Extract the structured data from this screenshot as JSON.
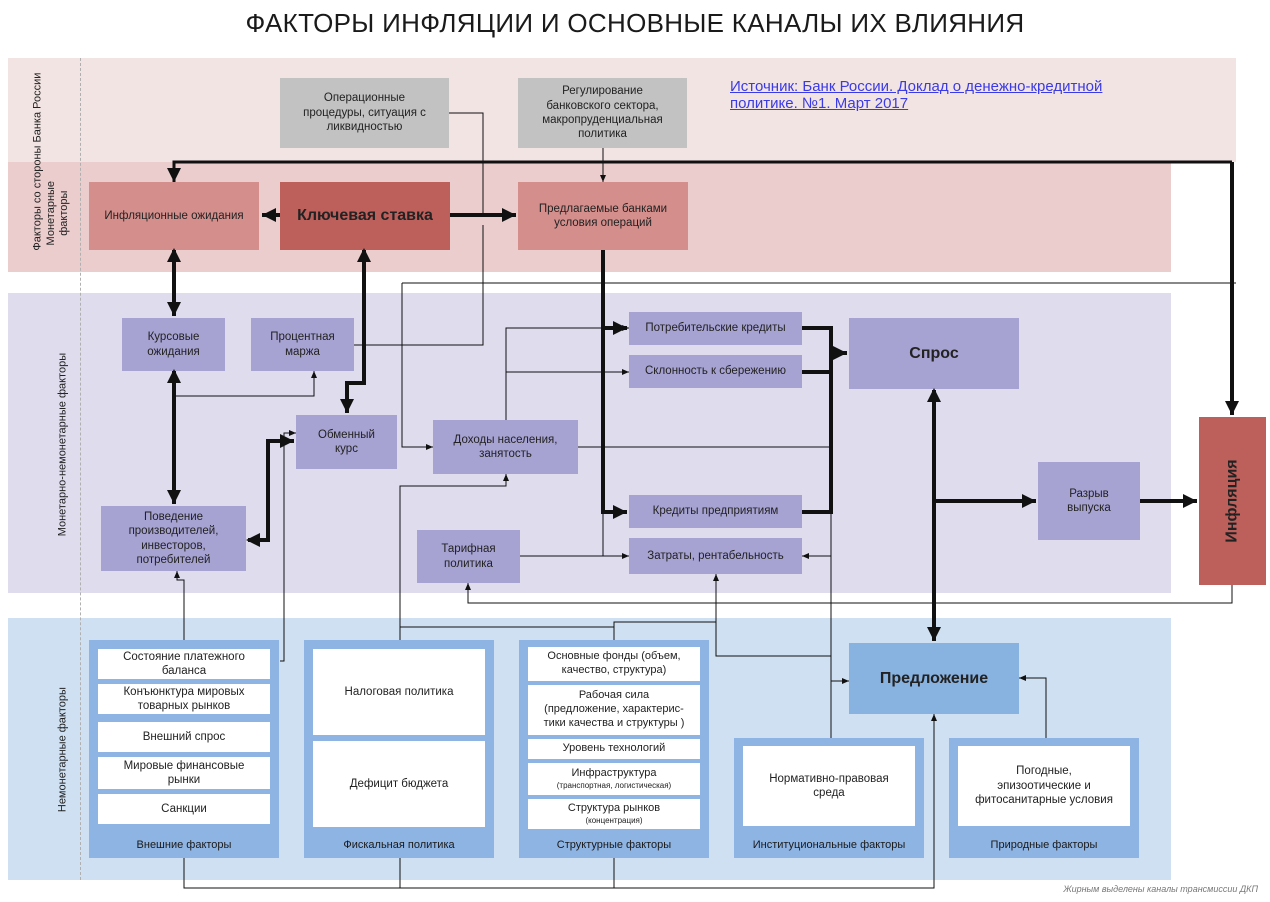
{
  "title": "ФАКТОРЫ ИНФЛЯЦИИ И ОСНОВНЫЕ КАНАЛЫ ИХ ВЛИЯНИЯ",
  "source": "Источник: Банк России. Доклад о денежно-кредитной\nполитике. №1. Март 2017",
  "note": "Жирным выделены каналы трансмиссии ДКП",
  "bands": {
    "bank_russia": "Факторы со стороны Банка России",
    "monetary": "Монетарные\nфакторы",
    "mixed": "Монетарно-немонетарные  факторы",
    "nonmonetary": "Немонетарные факторы"
  },
  "boxes": {
    "operational": "Операционные\nпроцедуры, ситуация с\nликвидностью",
    "regulation": "Регулирование\nбанковского сектора,\nмакропруденциальная\nполитика",
    "infl_expect": "Инфляционные ожидания",
    "key_rate": "Ключевая ставка",
    "bank_terms": "Предлагаемые банками\nусловия операций",
    "fx_expect": "Курсовые\nожидания",
    "interest_margin": "Процентная\nмаржа",
    "consumer_credit": "Потребительские кредиты",
    "savings": "Склонность к сбережению",
    "demand": "Спрос",
    "fx_rate": "Обменный\nкурс",
    "income": "Доходы населения,\nзанятость",
    "behavior": "Поведение\nпроизводителей,\nинвесторов,\nпотребителей",
    "corp_credit": "Кредиты предприятиям",
    "tariff": "Тарифная\nполитика",
    "costs": "Затраты, рентабельность",
    "output_gap": "Разрыв\nвыпуска",
    "inflation": "Инфляция",
    "supply": "Предложение"
  },
  "groups": {
    "external": {
      "label": "Внешние факторы",
      "items": [
        "Состояние платежного\nбаланса",
        "Конъюнктура мировых\nтоварных рынков",
        "Внешний спрос",
        "Мировые финансовые\nрынки",
        "Санкции"
      ]
    },
    "fiscal": {
      "label": "Фискальная политика",
      "items": [
        "Налоговая политика",
        "Дефицит бюджета"
      ]
    },
    "structural": {
      "label": "Структурные факторы",
      "items": [
        "Основные фонды (объем,\nкачество, структура)",
        "Рабочая сила\n(предложение, характерис-\nтики качества и структуры )",
        "Уровень технологий",
        "Инфраструктура",
        "Структура рынков"
      ],
      "subs": [
        "",
        "",
        "",
        "(транспортная, логистическая)",
        "(концентрация)"
      ]
    },
    "institutional": {
      "label": "Институциональные факторы",
      "items": [
        "Нормативно-правовая\nсреда"
      ]
    },
    "natural": {
      "label": "Природные факторы",
      "items": [
        "Погодные,\nэпизоотические и\nфитосанитарные условия"
      ]
    }
  },
  "colors": {
    "band_top": "#f2e4e2",
    "band_monetary": "#ebcdcd",
    "band_mixed": "#dfdcee",
    "band_nonmon": "#cfe0f2",
    "gray_box": "#c2c2c2",
    "pink_box": "#d48f8c",
    "red_box": "#bd605c",
    "purple_box": "#a6a2d2",
    "blue_box": "#88b2e0",
    "group_frame": "#8eb4e3"
  }
}
